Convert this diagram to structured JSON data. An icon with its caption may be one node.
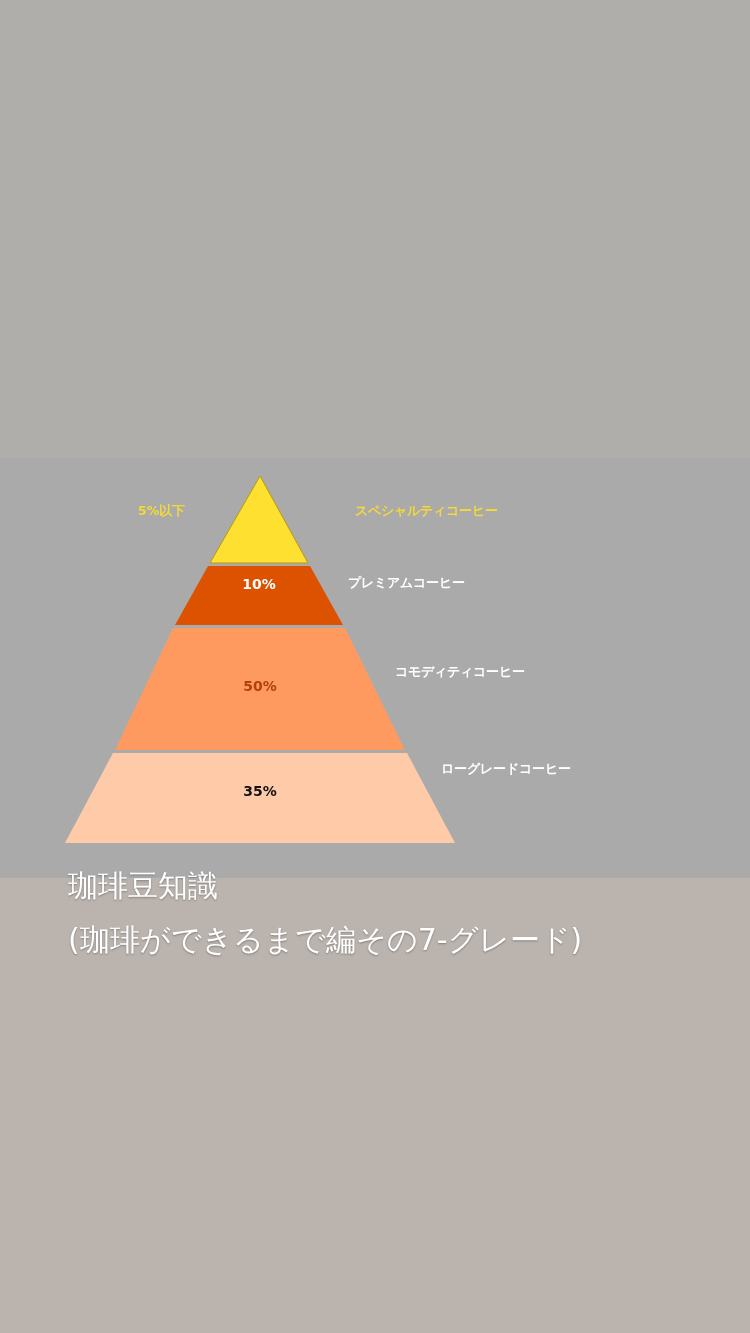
{
  "diagram": {
    "title": "珈琲豆知識",
    "caption": "(珈琲ができるまで編その7-グレード)",
    "nodes": [
      {
        "text": [],
        "shape": "triangle",
        "beside": [
          "5%以下",
          "スペシャルティコーヒー"
        ]
      },
      {
        "text": [
          "10%"
        ],
        "beside": [
          "プレミアムコーヒー"
        ]
      },
      {
        "text": [
          "50%"
        ],
        "beside": [
          "コモディティコーヒー"
        ]
      },
      {
        "text": [
          "35%"
        ],
        "beside": [
          "ローグレードコーヒー"
        ]
      }
    ]
  }
}
